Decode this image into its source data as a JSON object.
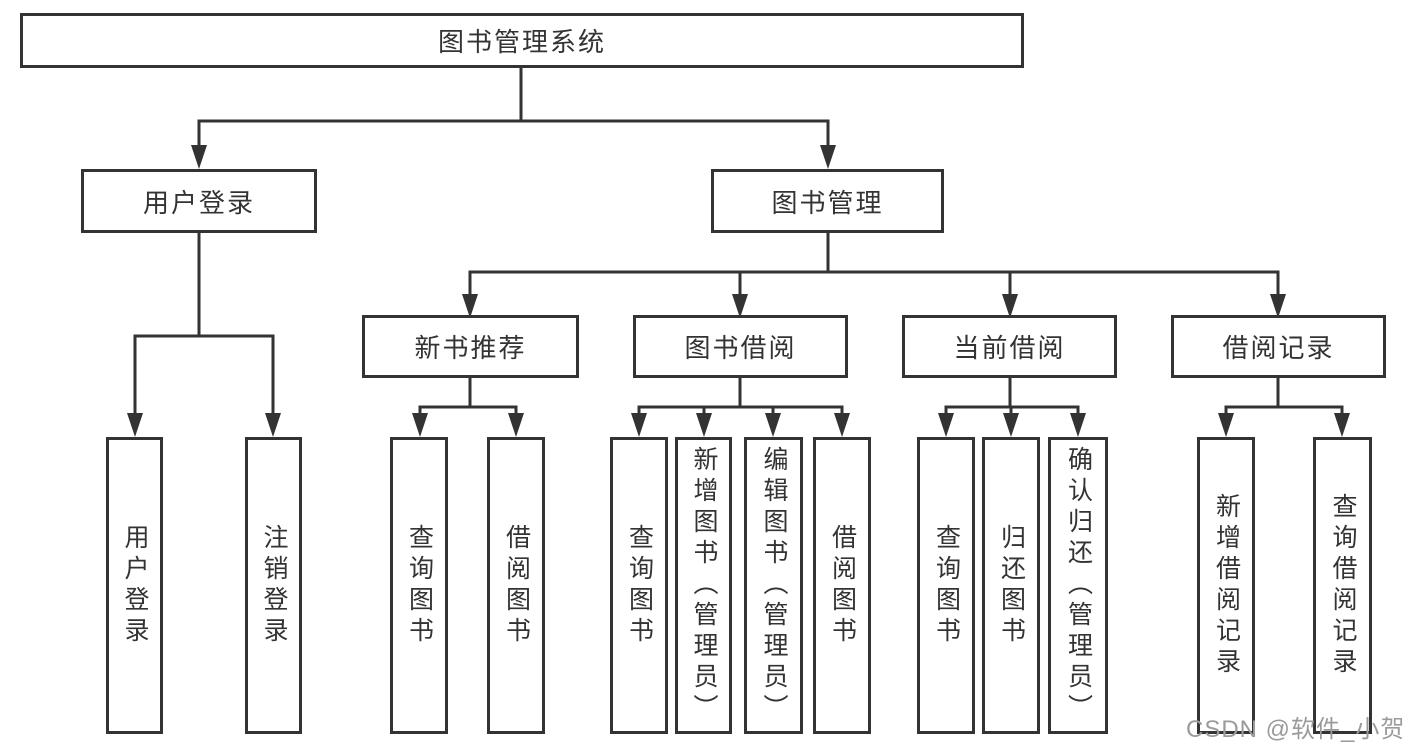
{
  "tree": {
    "root": {
      "label": "图书管理系统"
    },
    "branches": [
      {
        "label": "用户登录",
        "children": [
          {
            "label": "用户登录"
          },
          {
            "label": "注销登录"
          }
        ]
      },
      {
        "label": "图书管理",
        "children": [
          {
            "label": "新书推荐",
            "children": [
              {
                "label": "查询图书"
              },
              {
                "label": "借阅图书"
              }
            ]
          },
          {
            "label": "图书借阅",
            "children": [
              {
                "label": "查询图书"
              },
              {
                "label": "新增图书（管理员）"
              },
              {
                "label": "编辑图书（管理员）"
              },
              {
                "label": "借阅图书"
              }
            ]
          },
          {
            "label": "当前借阅",
            "children": [
              {
                "label": "查询图书"
              },
              {
                "label": "归还图书"
              },
              {
                "label": "确认归还（管理员）"
              }
            ]
          },
          {
            "label": "借阅记录",
            "children": [
              {
                "label": "新增借阅记录"
              },
              {
                "label": "查询借阅记录"
              }
            ]
          }
        ]
      }
    ]
  },
  "watermark": "CSDN @软件_小贺同学",
  "colors": {
    "line": "#333333",
    "box_border": "#333333",
    "text": "#333333",
    "watermark": "#9b9b9b",
    "background": "#ffffff"
  }
}
